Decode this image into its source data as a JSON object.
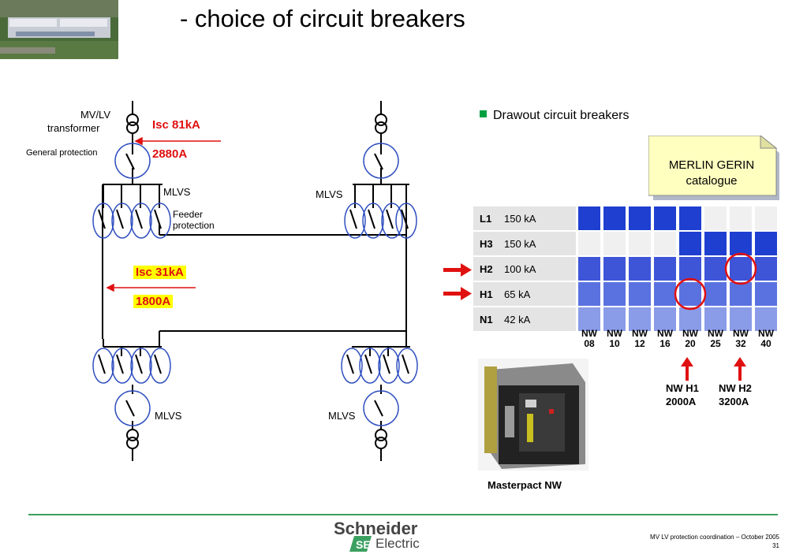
{
  "slide": {
    "title": "- choice of circuit breakers",
    "bullet": "Drawout circuit breakers"
  },
  "diagram": {
    "transformer_label_line1": "MV/LV",
    "transformer_label_line2": "transformer",
    "general_protection": "General protection",
    "isc_top": "Isc 81kA",
    "current_top": "2880A",
    "mlvs_top_left": "MLVS",
    "mlvs_top_right": "MLVS",
    "feeder_line1": "Feeder",
    "feeder_line2": "protection",
    "isc_mid": "Isc 31kA",
    "current_mid": "1800A",
    "mlvs_bottom_left": "MLVS",
    "mlvs_bottom_right": "MLVS"
  },
  "catalogue": {
    "line1": "MERLIN GERIN",
    "line2": "catalogue",
    "ratings": [
      {
        "code": "L1",
        "ka": "150 kA"
      },
      {
        "code": "H3",
        "ka": "150 kA"
      },
      {
        "code": "H2",
        "ka": "100 kA"
      },
      {
        "code": "H1",
        "ka": "65 kA"
      },
      {
        "code": "N1",
        "ka": "42 kA"
      }
    ],
    "columns": [
      {
        "top": "NW",
        "bottom": "08"
      },
      {
        "top": "NW",
        "bottom": "10"
      },
      {
        "top": "NW",
        "bottom": "12"
      },
      {
        "top": "NW",
        "bottom": "16"
      },
      {
        "top": "NW",
        "bottom": "20"
      },
      {
        "top": "NW",
        "bottom": "25"
      },
      {
        "top": "NW",
        "bottom": "32"
      },
      {
        "top": "NW",
        "bottom": "40"
      }
    ],
    "availability": [
      [
        1,
        1,
        1,
        1,
        1,
        0,
        0,
        0
      ],
      [
        0,
        0,
        0,
        0,
        1,
        1,
        1,
        1
      ],
      [
        1,
        1,
        1,
        1,
        1,
        1,
        1,
        1
      ],
      [
        1,
        1,
        1,
        1,
        1,
        1,
        1,
        1
      ],
      [
        1,
        1,
        1,
        1,
        1,
        1,
        1,
        1
      ]
    ],
    "colors": {
      "L1H3": "#1f3fd0",
      "H2": "#3e55d8",
      "H1": "#5a72e0",
      "N1": "#8a9ce8",
      "empty": "#f0f0f0"
    },
    "choice1_line1": "NW H1",
    "choice1_line2": "2000A",
    "choice2_line1": "NW H2",
    "choice2_line2": "3200A",
    "product": "Masterpact NW"
  },
  "footer": {
    "brand1": "Schneider",
    "brand2": "Electric",
    "line1": "MV LV protection coordination – October 2005",
    "page": "31"
  }
}
